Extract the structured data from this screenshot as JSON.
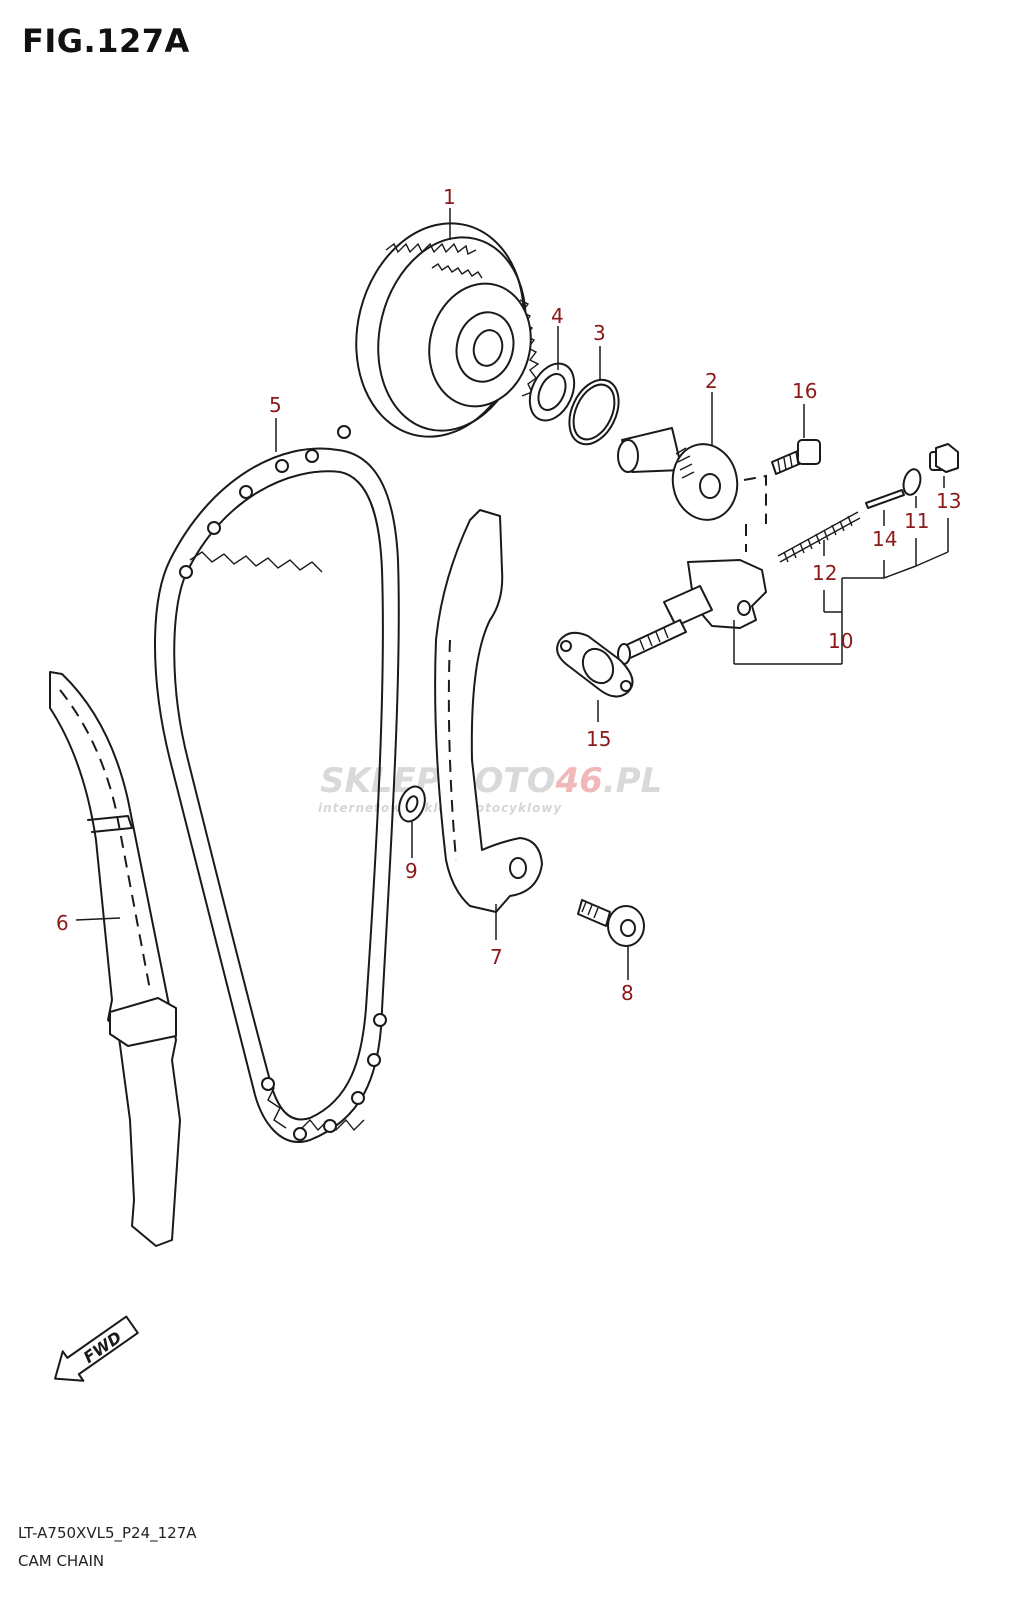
{
  "header": {
    "title": "FIG.127A"
  },
  "callouts": {
    "p1": "1",
    "p2": "2",
    "p3": "3",
    "p4": "4",
    "p5": "5",
    "p6": "6",
    "p7": "7",
    "p8": "8",
    "p9": "9",
    "p10": "10",
    "p11": "11",
    "p12": "12",
    "p13": "13",
    "p14": "14",
    "p15": "15",
    "p16": "16"
  },
  "watermark": {
    "brand_a": "SKLEP",
    "brand_b": "MOTO",
    "brand_c": "46",
    "brand_d": ".PL",
    "tagline": "internetowy sklep motocyklowy"
  },
  "fwd_label": "FWD",
  "footer": {
    "code": "LT-A750XVL5_P24_127A",
    "name": "CAM CHAIN"
  },
  "colors": {
    "callout": "#8b1a1a",
    "line": "#1a1a1a",
    "watermark": "#d9d9d9",
    "watermark_accent": "#f0b8b8"
  }
}
